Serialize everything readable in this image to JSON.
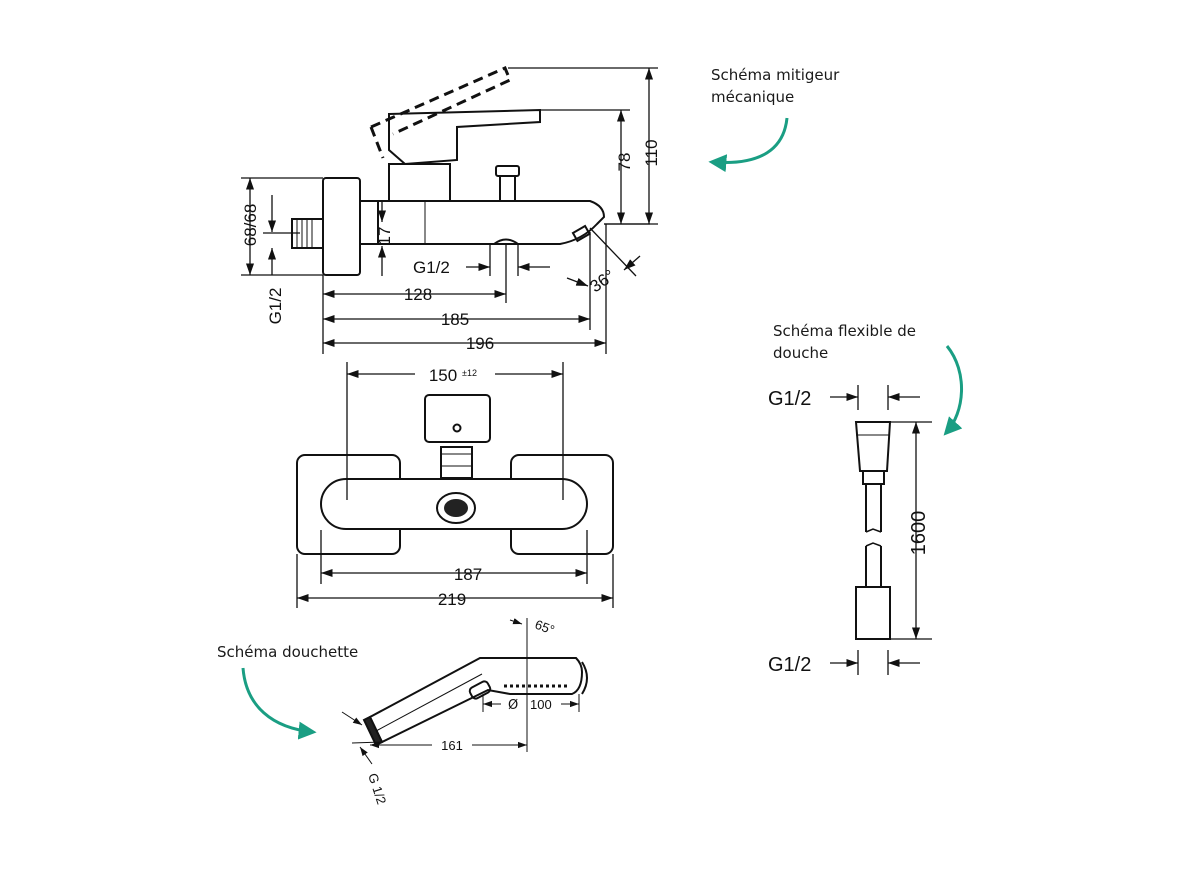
{
  "captions": {
    "mitigeur_line1": "Schéma mitigeur",
    "mitigeur_line2": "mécanique",
    "flexible_line1": "Schéma flexible de",
    "flexible_line2": "douche",
    "douchette": "Schéma douchette"
  },
  "colors": {
    "arrow": "#1a9e83",
    "line": "#111111"
  },
  "mixer_side": {
    "d110": "110",
    "d78": "78",
    "d17": "17",
    "d68": "68/68",
    "g12_vertical": "G1/2",
    "g12_outlet": "G1/2",
    "d128": "128",
    "d185": "185",
    "d196": "196",
    "angle36": "36°"
  },
  "mixer_front": {
    "d150": "150",
    "d150_tol": "±12",
    "d187": "187",
    "d219": "219"
  },
  "hose": {
    "g12_top": "G1/2",
    "d1600": "1600",
    "g12_bottom": "G1/2"
  },
  "handshower": {
    "angle65": "65°",
    "diameter_symbol": "Ø",
    "d100": "100",
    "d161": "161",
    "thread": "G 1/2"
  }
}
